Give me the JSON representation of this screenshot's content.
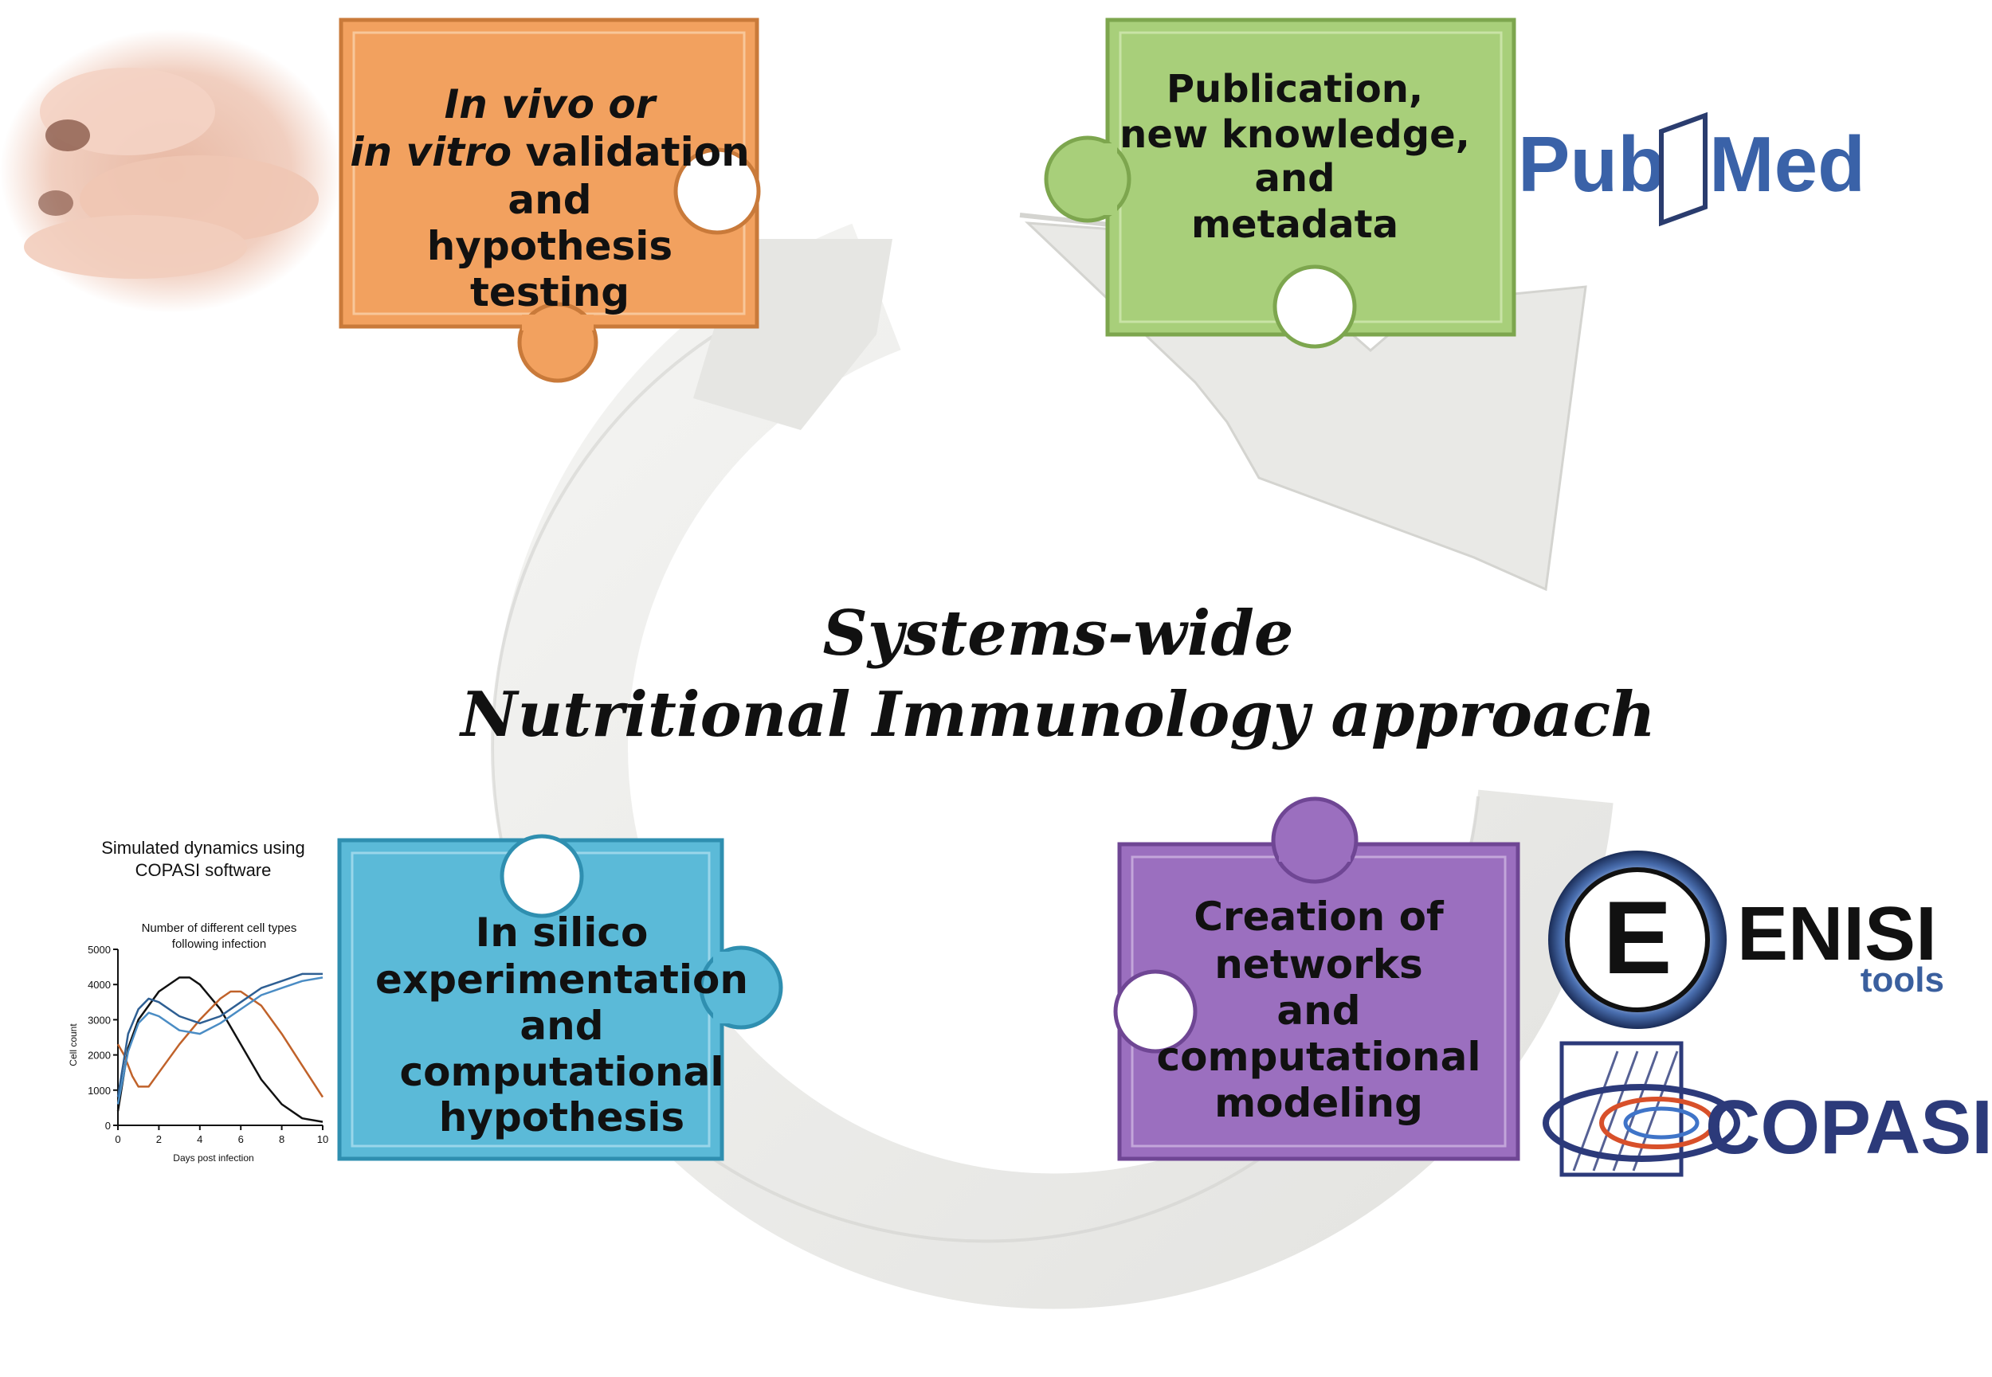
{
  "center": {
    "line1": "Systems-wide",
    "line2": "Nutritional Immunology approach"
  },
  "pieces": {
    "validation": {
      "color": "#f2a15f",
      "line1_it": "In vivo or",
      "line2_it": "in vitro",
      "line2_rest": " validation",
      "line3": "and",
      "line4": "hypothesis",
      "line5": "testing"
    },
    "publication": {
      "color": "#a8cf7a",
      "line1": "Publication,",
      "line2": "new knowledge,",
      "line3": "and",
      "line4": "metadata"
    },
    "insilico": {
      "color": "#5bbad8",
      "line1": "In silico",
      "line2": "experimentation",
      "line3": "and",
      "line4": "computational",
      "line5": "hypothesis"
    },
    "networks": {
      "color": "#9b6fbf",
      "line1": "Creation of",
      "line2": "networks",
      "line3": "and",
      "line4": "computational",
      "line5": "modeling"
    }
  },
  "logos": {
    "pubmed_pub": "Pub",
    "pubmed_med": "Med",
    "pubmed_color": "#3a62a8",
    "enisi": "ENISI",
    "enisi_tools": "tools",
    "enisi_letter": "E",
    "copasi": "COPASI",
    "copasi_color": "#2c3a7a"
  },
  "mini_chart": {
    "caption_line1": "Simulated dynamics using",
    "caption_line2": "COPASI software",
    "chart_data": {
      "type": "line",
      "title_line1": "Number of different cell types",
      "title_line2": "following infection",
      "xlabel": "Days post infection",
      "ylabel": "Cell count",
      "xlim": [
        0,
        10
      ],
      "ylim": [
        0,
        5000
      ],
      "xticks": [
        "0",
        "2",
        "4",
        "6",
        "8",
        "10"
      ],
      "yticks": [
        "0",
        "1000",
        "2000",
        "3000",
        "4000",
        "5000"
      ],
      "series": [
        {
          "color": "#111111",
          "x": [
            0,
            0.5,
            1,
            2,
            3,
            3.5,
            4,
            5,
            6,
            7,
            8,
            9,
            10
          ],
          "y": [
            400,
            2200,
            3000,
            3800,
            4200,
            4200,
            4000,
            3300,
            2300,
            1300,
            600,
            200,
            100
          ]
        },
        {
          "color": "#c0622a",
          "x": [
            0,
            0.3,
            0.7,
            1,
            1.5,
            2,
            3,
            4,
            5,
            5.5,
            6,
            7,
            8,
            9,
            10
          ],
          "y": [
            2300,
            2000,
            1400,
            1100,
            1100,
            1500,
            2300,
            3000,
            3600,
            3800,
            3800,
            3400,
            2600,
            1700,
            800
          ]
        },
        {
          "color": "#2e5f93",
          "x": [
            0,
            0.5,
            1,
            1.5,
            2,
            3,
            4,
            5,
            6,
            7,
            8,
            9,
            10
          ],
          "y": [
            800,
            2600,
            3300,
            3600,
            3500,
            3100,
            2900,
            3100,
            3500,
            3900,
            4100,
            4300,
            4300
          ]
        },
        {
          "color": "#4a8cc4",
          "x": [
            0,
            0.5,
            1,
            1.5,
            2,
            3,
            4,
            5,
            6,
            7,
            8,
            9,
            10
          ],
          "y": [
            600,
            2100,
            2900,
            3200,
            3100,
            2700,
            2600,
            2900,
            3300,
            3700,
            3900,
            4100,
            4200
          ]
        }
      ]
    }
  }
}
